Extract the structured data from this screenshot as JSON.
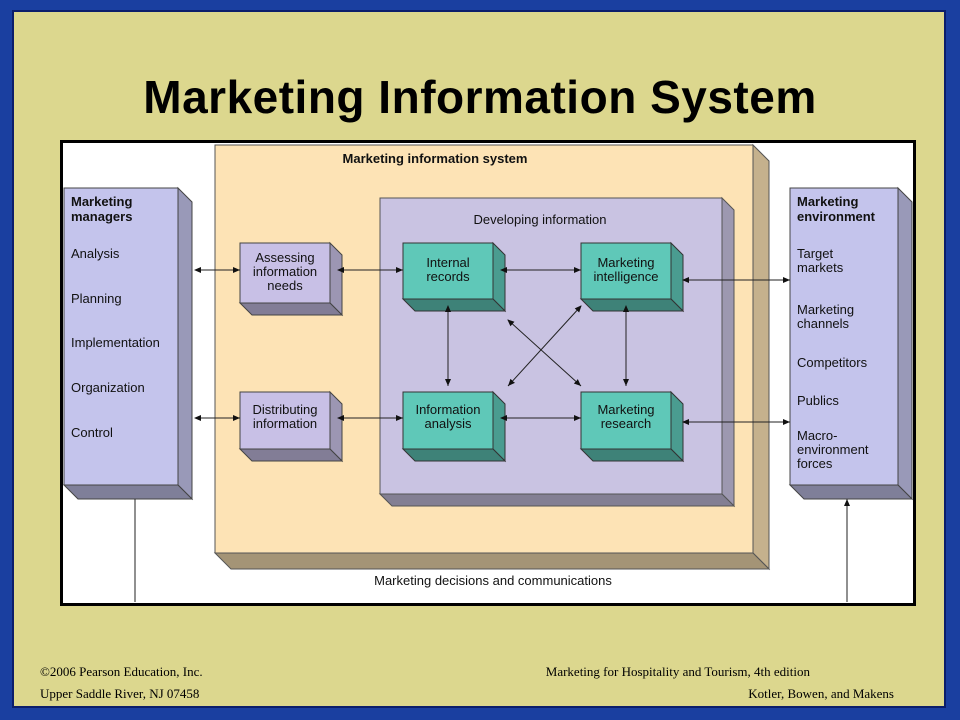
{
  "title": "Marketing Information System",
  "diagram": {
    "system_label": "Marketing information system",
    "developing_label": "Developing information",
    "bottom_label": "Marketing decisions and communications",
    "managers": {
      "heading": [
        "Marketing",
        "managers"
      ],
      "items": [
        "Analysis",
        "Planning",
        "Implementation",
        "Organization",
        "Control"
      ]
    },
    "environment": {
      "heading": [
        "Marketing",
        "environment"
      ],
      "items": [
        [
          "Target",
          "markets"
        ],
        [
          "Marketing",
          "channels"
        ],
        [
          "Competitors"
        ],
        [
          "Publics"
        ],
        [
          "Macro-",
          "environment",
          "forces"
        ]
      ]
    },
    "boxes": {
      "assessing": [
        "Assessing",
        "information",
        "needs"
      ],
      "distributing": [
        "Distributing",
        "information"
      ],
      "internal": [
        "Internal",
        "records"
      ],
      "intelligence": [
        "Marketing",
        "intelligence"
      ],
      "analysis": [
        "Information",
        "analysis"
      ],
      "research": [
        "Marketing",
        "research"
      ]
    },
    "colors": {
      "system_bg": "#fde3b5",
      "developing_bg": "#c9c3e2",
      "column_bg": "#c4c4ec",
      "small_box_bg": "#c8c0e6",
      "teal_box_bg": "#5fc8b8"
    }
  },
  "footer": {
    "copyright": "©2006 Pearson Education, Inc.",
    "location": "Upper Saddle River, NJ 07458",
    "book": "Marketing for Hospitality and Tourism, 4th edition",
    "authors": "Kotler, Bowen, and Makens"
  }
}
